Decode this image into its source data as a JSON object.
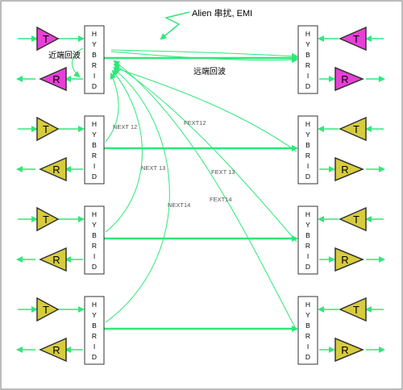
{
  "diagram": {
    "alien_label": "Alien 串扰, EMI",
    "near_echo_label": "近端回波",
    "far_echo_label": "远端回波",
    "hybrid_text": "HYBRID",
    "tx_letter": "T",
    "rx_letter": "R",
    "next_labels": [
      "NEXT 12",
      "NEXT 13",
      "NEXT14"
    ],
    "fext_labels": [
      "FEXT12",
      "FEXT 13",
      "FEXT14"
    ],
    "colors": {
      "wire": "#2ee87a",
      "frame": "#7a7a7a",
      "pair1_triangle": "#e83fd8",
      "other_triangle": "#d6cc3d",
      "arrow": "#2ee87a"
    },
    "icons": [
      "lightning-arrow-icon",
      "transmitter-triangle-icon",
      "receiver-triangle-icon",
      "hybrid-box-icon"
    ]
  }
}
